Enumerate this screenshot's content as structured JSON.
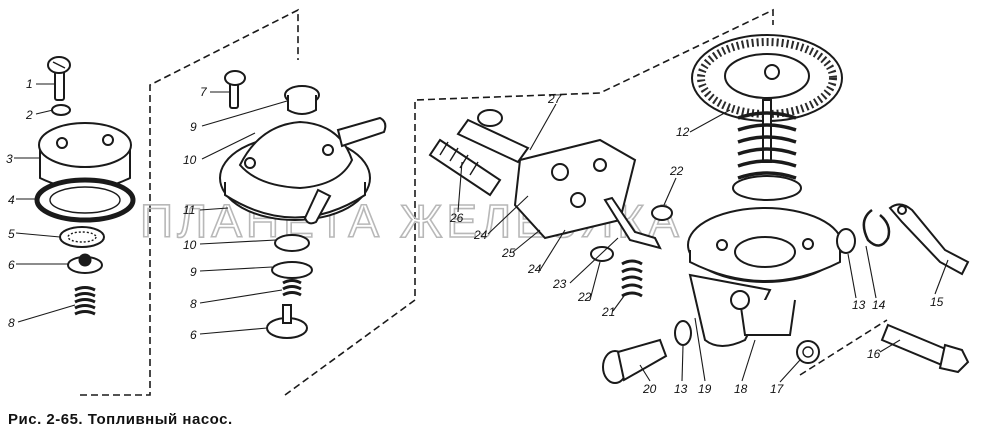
{
  "caption": "Рис. 2-65. Топливный насос.",
  "watermark": "ПЛАНЕТА ЖЕЛЕЗЯКА",
  "callouts": {
    "c1": "1",
    "c2": "2",
    "c3": "3",
    "c4": "4",
    "c5": "5",
    "c6a": "6",
    "c8a": "8",
    "c7": "7",
    "c9a": "9",
    "c10a": "10",
    "c11": "11",
    "c10b": "10",
    "c9b": "9",
    "c8b": "8",
    "c6b": "6",
    "c27": "27",
    "c26": "26",
    "c24a": "24",
    "c25": "25",
    "c24b": "24",
    "c23": "23",
    "c22a": "22",
    "c22b": "22",
    "c21": "21",
    "c12": "12",
    "c13a": "13",
    "c14": "14",
    "c15": "15",
    "c16": "16",
    "c17": "17",
    "c18": "18",
    "c19": "19",
    "c13b": "13",
    "c20": "20"
  },
  "colors": {
    "ink": "#1a1a1a",
    "paper": "#ffffff",
    "watermark": "#b8b8b8"
  }
}
